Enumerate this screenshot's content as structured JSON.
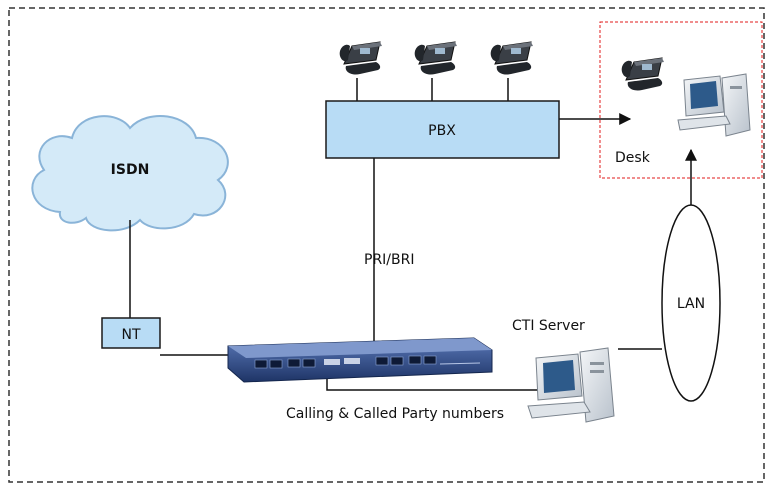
{
  "diagram": {
    "nodes": {
      "isdn": {
        "label": "ISDN",
        "icon": "cloud-icon"
      },
      "pbx": {
        "label": "PBX",
        "icon": "box"
      },
      "nt": {
        "label": "NT",
        "icon": "box"
      },
      "desk": {
        "label": "Desk",
        "icon": "workstation-icon"
      },
      "cti_server": {
        "label": "CTI Server",
        "icon": "workstation-icon"
      },
      "lan": {
        "label": "LAN",
        "icon": "ellipse"
      },
      "gateway": {
        "label": "",
        "icon": "rack-device-icon"
      }
    },
    "edge_labels": {
      "pri_bri": "PRI/BRI",
      "calling_called": "Calling & Called Party numbers"
    },
    "desk_phones_count": 3,
    "colors": {
      "box_fill": "#b8dcf5",
      "box_stroke": "#1a1a1a",
      "cloud_fill": "#d4eaf8",
      "cloud_stroke": "#8ab4d8",
      "desk_border": "#e01b1b",
      "outer_border": "#333333",
      "device_body": "#2e4a8a"
    }
  }
}
